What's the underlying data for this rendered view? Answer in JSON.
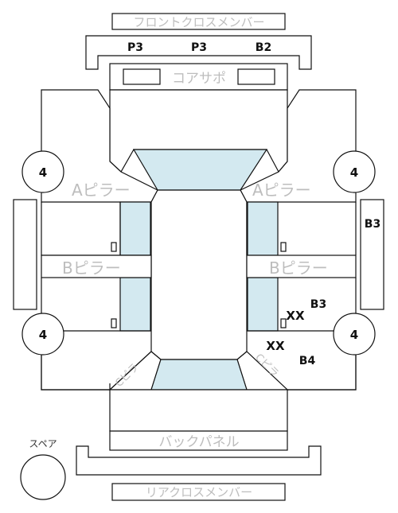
{
  "parts": {
    "front_cross_member": "フロントクロスメンバー",
    "core_support": "コアサポ",
    "a_pillar_left": "Aピラー",
    "a_pillar_right": "Aピラー",
    "b_pillar_left": "Bピラー",
    "b_pillar_right": "Bピラー",
    "c_pillar_left": "Cピラ",
    "c_pillar_right": "Cピラ",
    "back_panel": "バックパネル",
    "rear_cross_member": "リアクロスメンバー",
    "spare": "スペア"
  },
  "marks": {
    "front_member_1": "P3",
    "front_member_2": "P3",
    "front_member_3": "B2",
    "wheel_front_left": "4",
    "wheel_front_right": "4",
    "wheel_rear_left": "4",
    "wheel_rear_right": "4",
    "right_side_panel": "B3",
    "rear_right_door_1": "XX",
    "rear_right_door_2": "B3",
    "rear_right_quarter_1": "XX",
    "rear_right_quarter_2": "B4"
  }
}
